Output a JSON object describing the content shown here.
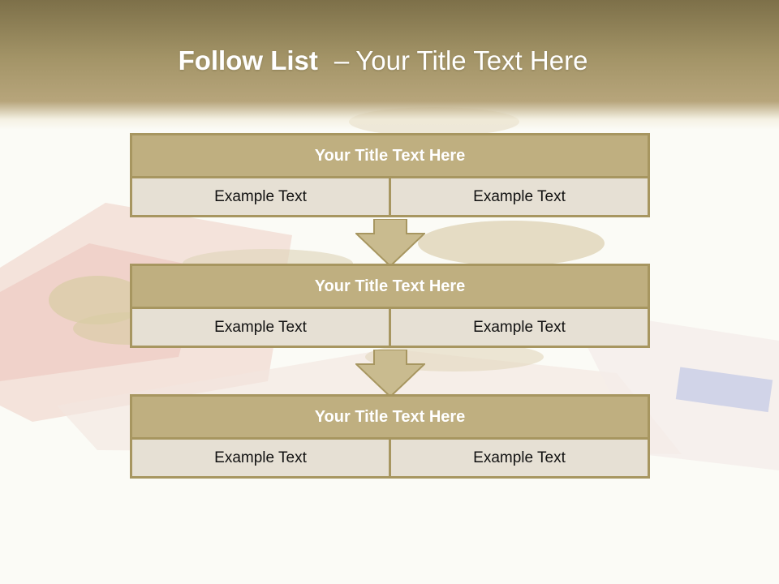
{
  "slide": {
    "title_bold": "Follow List",
    "title_dash": "–",
    "title_rest": "Your Title Text Here"
  },
  "blocks": [
    {
      "title": "Your Title Text Here",
      "left": "Example Text",
      "right": "Example Text"
    },
    {
      "title": "Your Title Text Here",
      "left": "Example Text",
      "right": "Example Text"
    },
    {
      "title": "Your Title Text Here",
      "left": "Example Text",
      "right": "Example Text"
    }
  ],
  "colors": {
    "header": "#a39467",
    "box_title": "#bfaf80",
    "box_border": "#a79660",
    "cell": "#e6e0d4",
    "arrow": "#c9bb8f"
  }
}
